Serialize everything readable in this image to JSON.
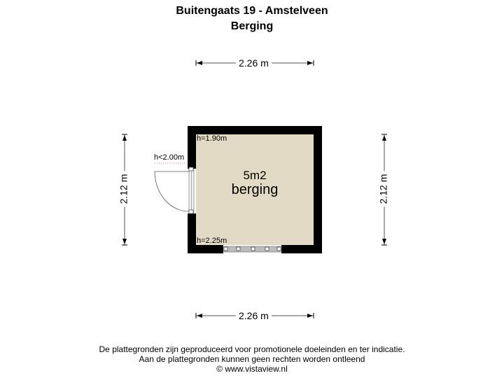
{
  "header": {
    "title": "Buitengaats 19 - Amstelveen",
    "subtitle": "Berging"
  },
  "dimensions": {
    "top": "2.26 m",
    "bottom": "2.26 m",
    "left": "2.12 m",
    "right": "2.12 m"
  },
  "room": {
    "area": "5m2",
    "name": "berging",
    "height_top": "h=1.90m",
    "height_bottom": "h=2.25m",
    "door_height": "h<2.00m",
    "floor_color": "#e2dac4",
    "wall_color": "#000000"
  },
  "footer": {
    "line1": "De plattegronden zijn geproduceerd voor promotionele doeleinden en ter indicatie.",
    "line2": "Aan de plattegronden kunnen geen rechten worden ontleend",
    "line3": "© www.vistaview.nl"
  }
}
